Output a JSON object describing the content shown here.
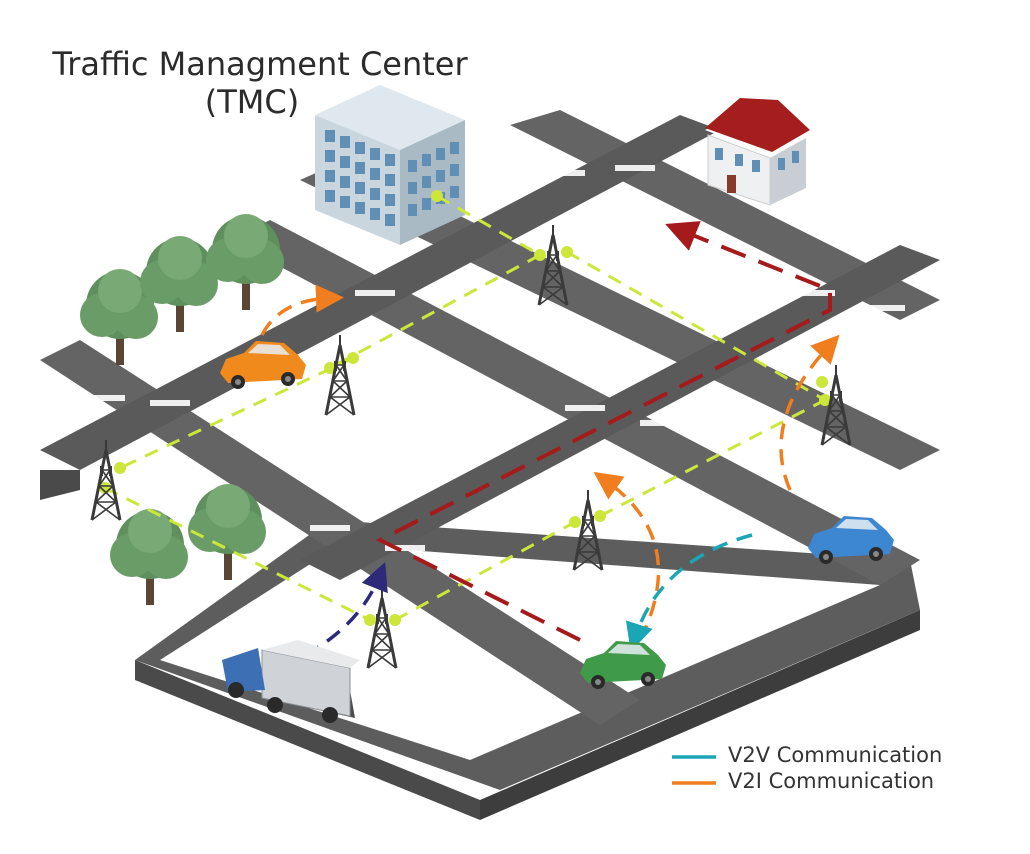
{
  "title": {
    "line1": "Traffic Managment Center",
    "line2": "(TMC)"
  },
  "legend": {
    "items": [
      {
        "label": "V2V Communication",
        "color": "#1aa6b5"
      },
      {
        "label": "V2I Communication",
        "color": "#f07d1e"
      }
    ]
  },
  "colors": {
    "road": "#5d5d5d",
    "road_top": "#6a6a6a",
    "block_side": "#4a4a4a",
    "tmc_link": "#cde63a",
    "route": "#a51a1a",
    "truck_link": "#2d2a7a"
  },
  "icons": [
    "tmc-building-icon",
    "house-icon",
    "cell-tower-icon",
    "tree-icon",
    "car-icon",
    "truck-icon"
  ]
}
